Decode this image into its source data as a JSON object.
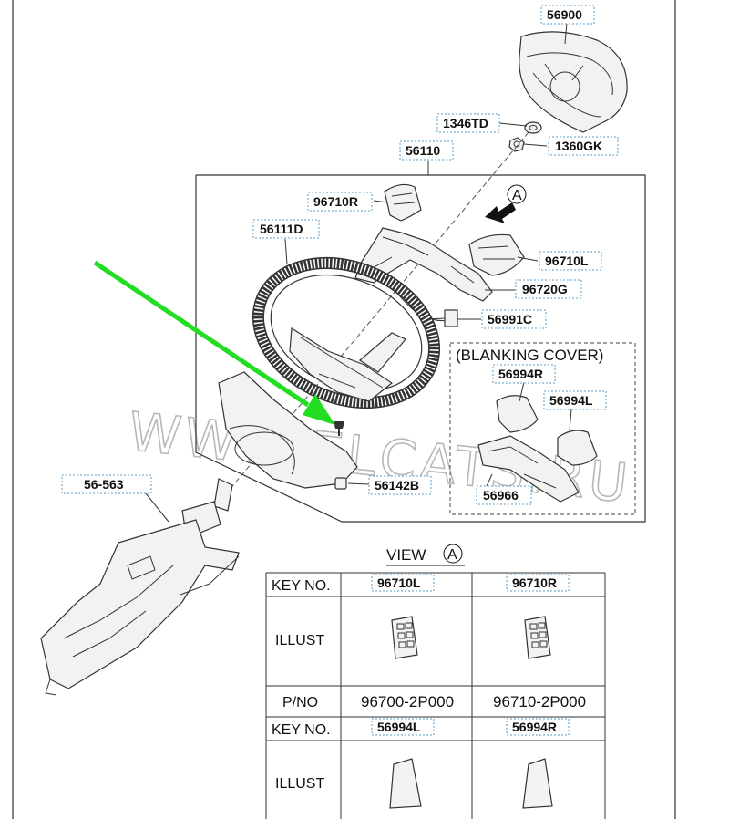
{
  "labels": {
    "p56900": "56900",
    "p1346TD": "1346TD",
    "p1360GK": "1360GK",
    "p56110": "56110",
    "p96710R": "96710R",
    "p56111D": "56111D",
    "p96710L": "96710L",
    "p96720G": "96720G",
    "p56991C": "56991C",
    "p56994R": "56994R",
    "p56994L": "56994L",
    "p56966": "56966",
    "p56142B": "56142B",
    "p56563": "56-563",
    "view_marker": "A"
  },
  "blanking_cover": "(BLANKING COVER)",
  "watermark": "WWW.ELCATS.RU",
  "view_title": "VIEW",
  "view_marker": "A",
  "table": {
    "key_no": "KEY NO.",
    "illust": "ILLUST",
    "pno": "P/NO",
    "row1": {
      "col1_key": "96710L",
      "col2_key": "96710R",
      "col1_pno": "96700-2P000",
      "col2_pno": "96710-2P000"
    },
    "row2": {
      "col1_key": "56994L",
      "col2_key": "56994R"
    }
  },
  "colors": {
    "arrow": "#22dd22",
    "label_border": "#5a9cc8",
    "line": "#333333",
    "watermark": "#b8b8b8"
  }
}
